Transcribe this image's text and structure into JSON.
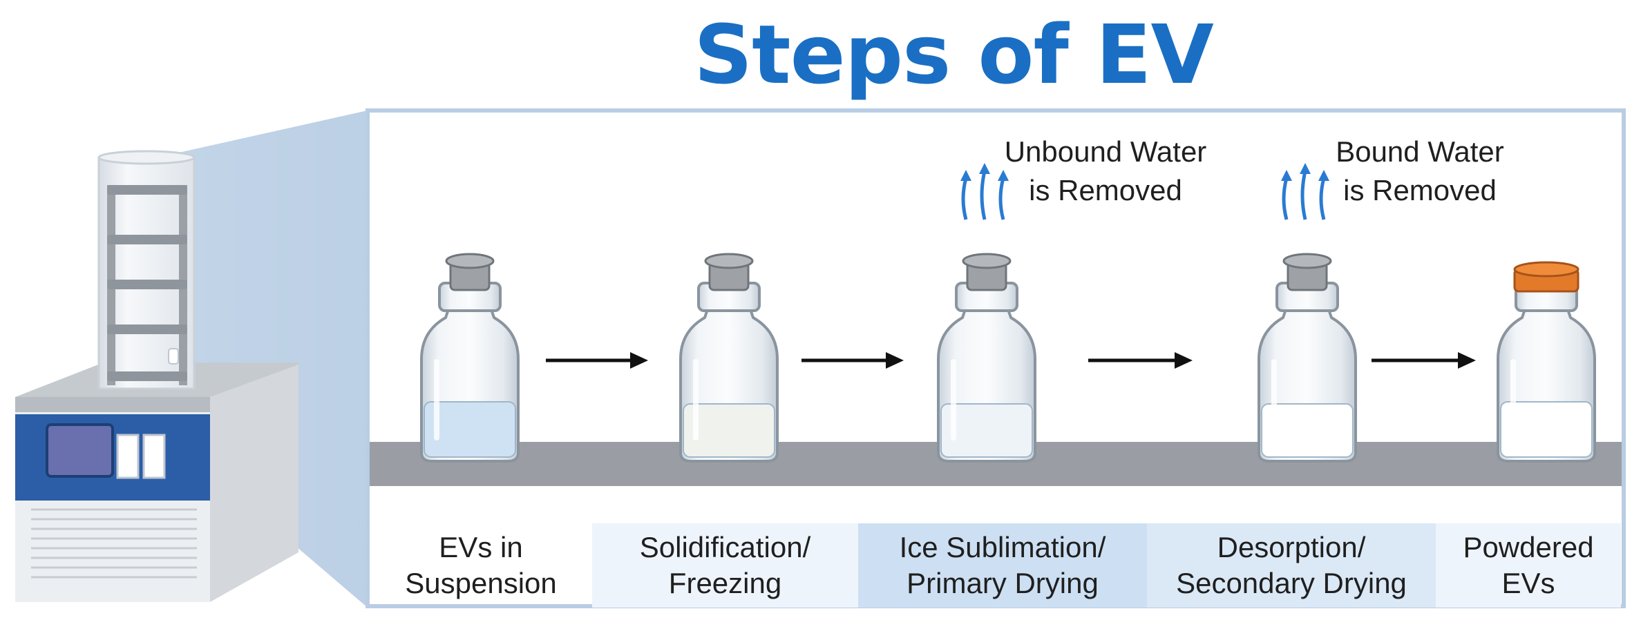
{
  "title": "Steps of EV Lyophilization",
  "colors": {
    "title": "#1a6fc4",
    "panel_border": "#b9cde4",
    "belt": "#9a9ea4",
    "water_arrows": "#2a7ad2",
    "stage_fill_light": "#eef4fb",
    "stage_fill_mid": "#dbe8f6",
    "stage_fill_dark": "#cddff2",
    "cap_gray": "#9ea2a7",
    "cap_orange": "#e27a2a",
    "machine_blue": "#2c5ea8"
  },
  "notes": {
    "unbound_line1": "Unbound Water",
    "unbound_line2": "is Removed",
    "bound_line1": "Bound Water",
    "bound_line2": "is Removed"
  },
  "stages": [
    {
      "line1": "EVs in",
      "line2": "Suspension"
    },
    {
      "line1": "Solidification/",
      "line2": "Freezing"
    },
    {
      "line1": "Ice Sublimation/",
      "line2": "Primary Drying"
    },
    {
      "line1": "Desorption/",
      "line2": "Secondary Drying"
    },
    {
      "line1": "Powdered",
      "line2": "EVs"
    }
  ],
  "icons": {
    "machine": "freeze-dryer-icon",
    "vial": "vial-icon",
    "arrow": "right-arrow-icon",
    "vapor": "vapor-arrows-icon"
  }
}
